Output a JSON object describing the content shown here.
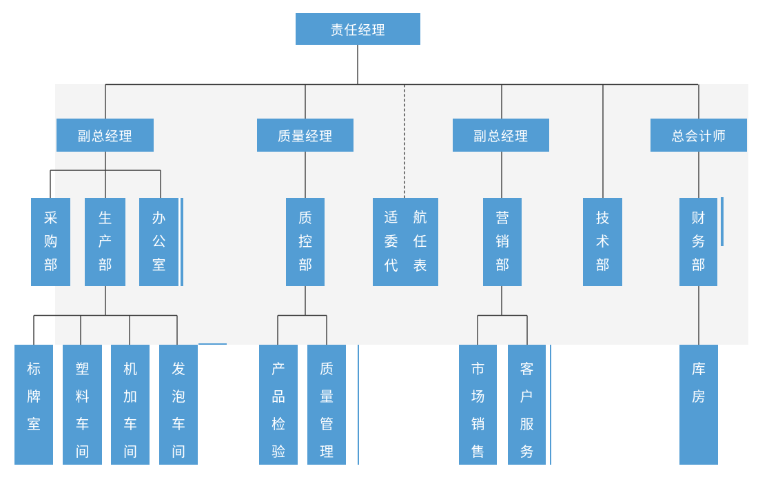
{
  "org": {
    "nodes": [
      {
        "id": "gm",
        "label": "责任经理",
        "level": 1
      },
      {
        "id": "vgm1",
        "label": "副总经理",
        "level": 2
      },
      {
        "id": "qm",
        "label": "质量经理",
        "level": 2
      },
      {
        "id": "vgm2",
        "label": "副总经理",
        "level": 2
      },
      {
        "id": "ca",
        "label": "总会计师",
        "level": 2
      },
      {
        "id": "cg",
        "label": "采购部",
        "level": 3
      },
      {
        "id": "sc",
        "label": "生产部",
        "level": 3
      },
      {
        "id": "bgs",
        "label": "办公室",
        "level": 3
      },
      {
        "id": "zk",
        "label": "质控部",
        "level": 3
      },
      {
        "id": "sh",
        "label": "适航委任代表",
        "level": 3,
        "columns": [
          "适委代",
          "航任表"
        ]
      },
      {
        "id": "yx",
        "label": "营销部",
        "level": 3
      },
      {
        "id": "js",
        "label": "技术部",
        "level": 3
      },
      {
        "id": "cw",
        "label": "财务部",
        "level": 3
      },
      {
        "id": "bp",
        "label": "标牌室",
        "level": 4
      },
      {
        "id": "sl",
        "label": "塑料车间",
        "level": 4
      },
      {
        "id": "jj",
        "label": "机加车间",
        "level": 4
      },
      {
        "id": "fp",
        "label": "发泡车间",
        "level": 4
      },
      {
        "id": "cpjy",
        "label": "产品检验",
        "level": 4
      },
      {
        "id": "zlgl",
        "label": "质量管理",
        "level": 4
      },
      {
        "id": "scxs",
        "label": "市场销售",
        "level": 4
      },
      {
        "id": "khfw",
        "label": "客户服务",
        "level": 4
      },
      {
        "id": "kf",
        "label": "库房",
        "level": 4
      }
    ],
    "edges": [
      {
        "from": "gm",
        "to": "vgm1",
        "style": "solid"
      },
      {
        "from": "gm",
        "to": "qm",
        "style": "solid"
      },
      {
        "from": "gm",
        "to": "sh",
        "style": "dashed"
      },
      {
        "from": "gm",
        "to": "vgm2",
        "style": "solid"
      },
      {
        "from": "gm",
        "to": "js",
        "style": "solid"
      },
      {
        "from": "gm",
        "to": "ca",
        "style": "solid"
      },
      {
        "from": "vgm1",
        "to": "cg",
        "style": "solid"
      },
      {
        "from": "vgm1",
        "to": "sc",
        "style": "solid"
      },
      {
        "from": "vgm1",
        "to": "bgs",
        "style": "solid"
      },
      {
        "from": "qm",
        "to": "zk",
        "style": "solid"
      },
      {
        "from": "vgm2",
        "to": "yx",
        "style": "solid"
      },
      {
        "from": "ca",
        "to": "cw",
        "style": "solid"
      },
      {
        "from": "sc",
        "to": "bp",
        "style": "solid"
      },
      {
        "from": "sc",
        "to": "sl",
        "style": "solid"
      },
      {
        "from": "sc",
        "to": "jj",
        "style": "solid"
      },
      {
        "from": "sc",
        "to": "fp",
        "style": "solid"
      },
      {
        "from": "zk",
        "to": "cpjy",
        "style": "solid"
      },
      {
        "from": "zk",
        "to": "zlgl",
        "style": "solid"
      },
      {
        "from": "yx",
        "to": "scxs",
        "style": "solid"
      },
      {
        "from": "yx",
        "to": "khfw",
        "style": "solid"
      },
      {
        "from": "cw",
        "to": "kf",
        "style": "solid"
      }
    ]
  },
  "colors": {
    "node_fill": "#539dd4",
    "node_text": "#ffffff",
    "connector": "#3a3a3a",
    "backdrop": "#f4f4f4"
  }
}
